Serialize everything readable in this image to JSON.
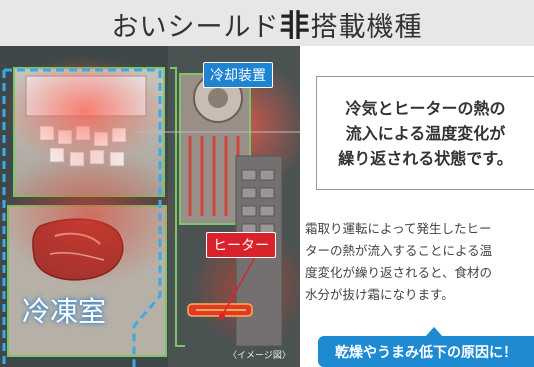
{
  "title": {
    "prefix": "おいシールド",
    "emphasis": "非",
    "suffix": "搭載機種"
  },
  "illustration": {
    "cooling_label": "冷却装置",
    "heater_label": "ヒーター",
    "freezer_label": "冷凍室",
    "image_note": "〈イメージ図〉"
  },
  "callout": {
    "text": "冷気とヒーターの熱の\n流入による温度変化が\n繰り返される状態です。"
  },
  "description": {
    "text": "霜取り運転によって発生したヒー\nターの熱が流入することによる温\n度変化が繰り返されると、食材の\n水分が抜け霜になります。"
  },
  "banner": {
    "text": "乾燥やうまみ低下の原因に！"
  },
  "colors": {
    "accent_blue": "#1e8ad2",
    "heater_red": "#d9232c",
    "title_bg": "#e7e7e7"
  }
}
